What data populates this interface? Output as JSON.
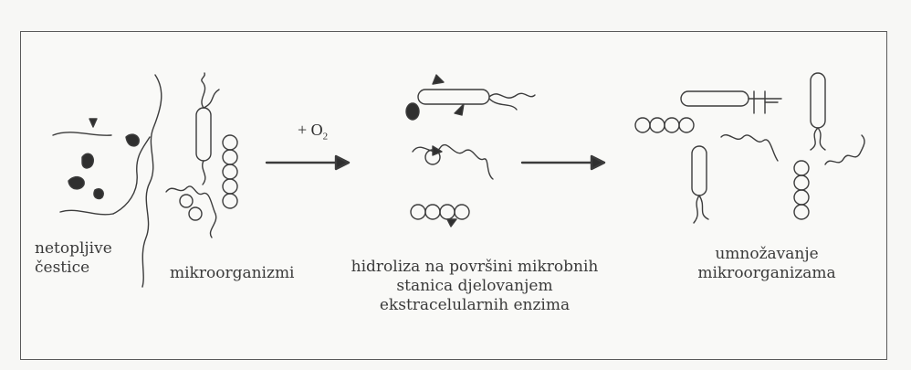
{
  "labels": {
    "particles_line1": "netopljive",
    "particles_line2": "čestice",
    "microorganisms": "mikroorganizmi",
    "step_arrow": "+ O",
    "step_arrow_sub": "2",
    "hydrolysis_line1": "hidroliza na površini mikrobnih",
    "hydrolysis_line2": "stanica djelovanjem",
    "hydrolysis_line3": "ekstracelularnih enzima",
    "multiply_line1": "umnožavanje",
    "multiply_line2": "mikroorganizama"
  },
  "colors": {
    "stroke": "#3c3c3c",
    "frame": "#5a5a5a",
    "text": "#3a3a3a"
  }
}
